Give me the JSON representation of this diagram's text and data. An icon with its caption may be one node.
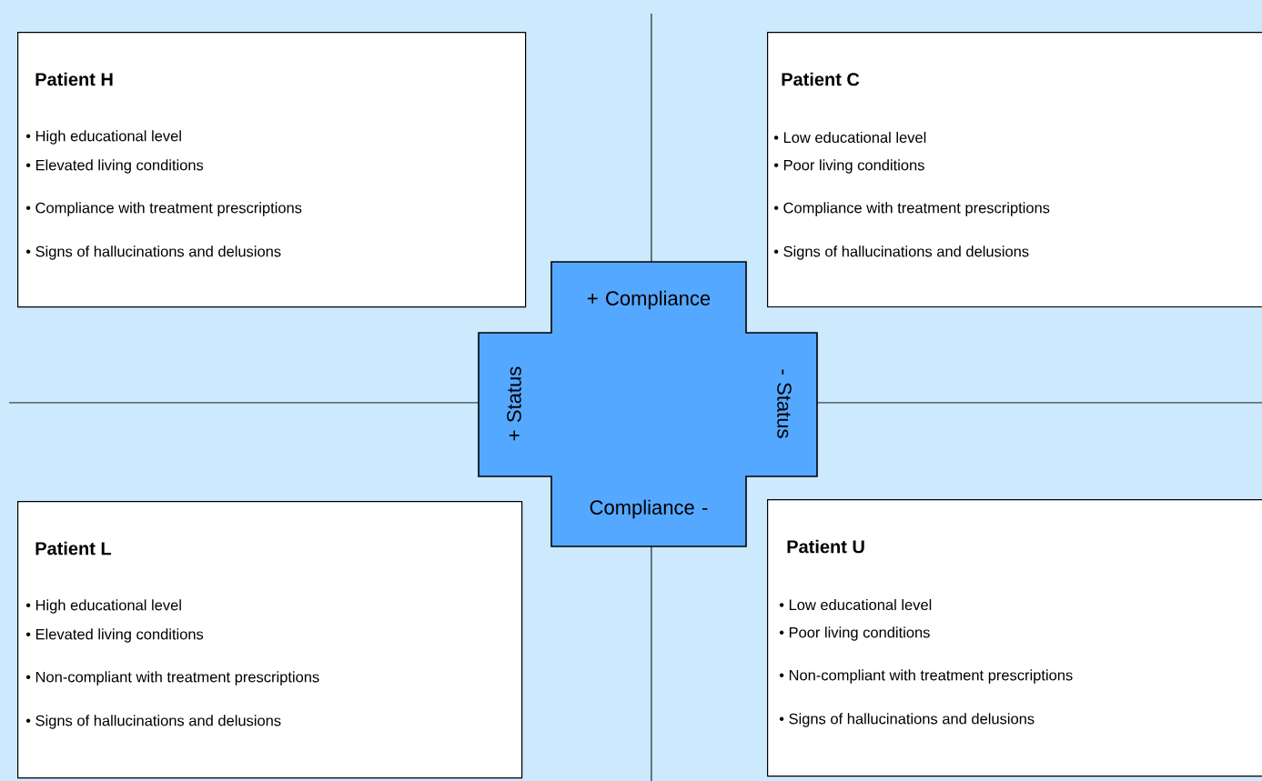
{
  "diagram": {
    "nodes": [
      {
        "text": [
          "Patient  H",
          "• High educational level",
          "• Elevated living conditions",
          "• Compliance with treatment prescriptions",
          "• Signs of hallucinations and delusions"
        ]
      },
      {
        "text": [
          "Patient  C",
          "• Low educational level",
          "• Poor living conditions",
          "• Compliance with treatment prescriptions",
          "• Signs of hallucinations and delusions"
        ]
      },
      {
        "text": [
          "Patient  L",
          "• High educational level",
          "• Elevated living conditions",
          "• Non-compliant with treatment prescriptions",
          "• Signs of hallucinations and delusions"
        ]
      },
      {
        "text": [
          "Patient  U",
          "• Low educational level",
          "• Poor living conditions",
          "• Non-compliant with treatment prescriptions",
          "• Signs of hallucinations and delusions"
        ]
      },
      {
        "text": [
          "+ Compliance",
          "+ Status",
          "- Status",
          "Compliance -"
        ]
      }
    ]
  }
}
